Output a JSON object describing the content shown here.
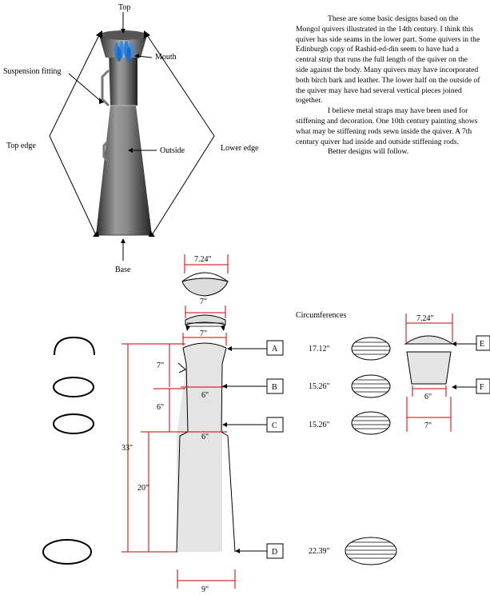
{
  "quiver_labels": {
    "top": "Top",
    "mouth": "Mouth",
    "suspension": "Suspension fitting",
    "top_edge": "Top edge",
    "outside": "Outside",
    "lower_edge": "Lower edge",
    "base": "Base"
  },
  "description": {
    "p1": "These are some basic designs based on the Mongol quivers illustrated in the 14th century. I think this quiver has side seams in the lower part. Some quivers in the Edinburgh copy of Rashid-ed-din seem to have had a central strip that runs the full length of the quiver on the side against the body. Many quivers may have incorporated both birch bark and leather. The lower half on the outside of the quiver may have had several vertical pieces joined together.",
    "p2": "I believe metal straps may have been used for stiffening and decoration. One 10th century painting shows what may be stiffening rods sewn inside the quiver. A 7th century quiver had inside and outside stiffening rods.",
    "p3": "Better designs will follow."
  },
  "dimensions": {
    "cap_width": "7.24\"",
    "cap_base_width": "7\"",
    "top_width": "7\"",
    "section_a_height": "7\"",
    "section_b_height": "6\"",
    "total_height": "33\"",
    "lower_height": "20\"",
    "width_b": "6\"",
    "width_c": "6\"",
    "base_width": "9\"",
    "side_top_width": "7.24\"",
    "side_mid_width": "6\"",
    "side_bottom_width": "7\""
  },
  "circumferences": {
    "title": "Circumferences",
    "a": "17.12\"",
    "b": "15.26\"",
    "c": "15.26\"",
    "d": "22.39\""
  },
  "markers": {
    "a": "A",
    "b": "B",
    "c": "C",
    "d": "D",
    "e": "E",
    "f": "F"
  }
}
